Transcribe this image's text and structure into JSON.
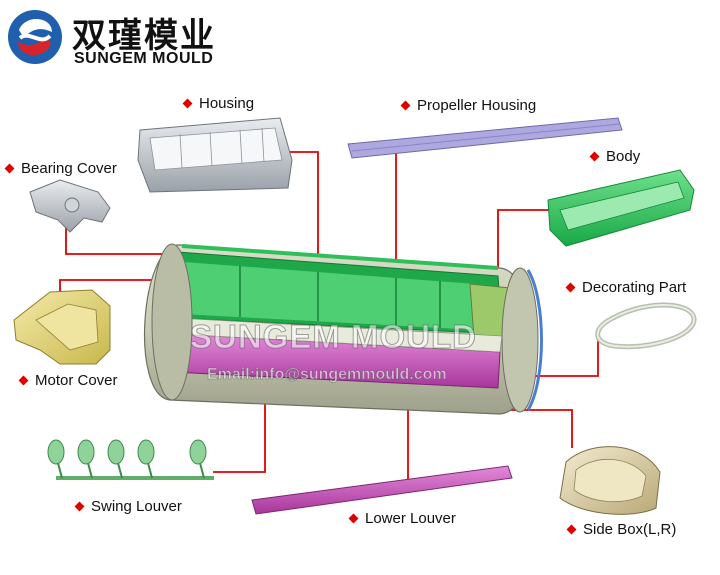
{
  "logo": {
    "chinese": "双瑾模业",
    "english": "SUNGEM MOULD",
    "brand_blue": "#1f5fae",
    "brand_red": "#d6242b"
  },
  "watermark": {
    "name": "SUNGEM MOULD",
    "email": "Email:info@sungemmould.com"
  },
  "accent_color": "#e00000",
  "parts": [
    {
      "id": "housing",
      "label": "Housing"
    },
    {
      "id": "propeller-housing",
      "label": "Propeller Housing"
    },
    {
      "id": "bearing-cover",
      "label": "Bearing Cover"
    },
    {
      "id": "body",
      "label": "Body"
    },
    {
      "id": "decorating-part",
      "label": "Decorating Part"
    },
    {
      "id": "motor-cover",
      "label": "Motor Cover"
    },
    {
      "id": "swing-louver",
      "label": "Swing Louver"
    },
    {
      "id": "lower-louver",
      "label": "Lower Louver"
    },
    {
      "id": "side-box",
      "label": "Side Box(L,R)"
    }
  ]
}
